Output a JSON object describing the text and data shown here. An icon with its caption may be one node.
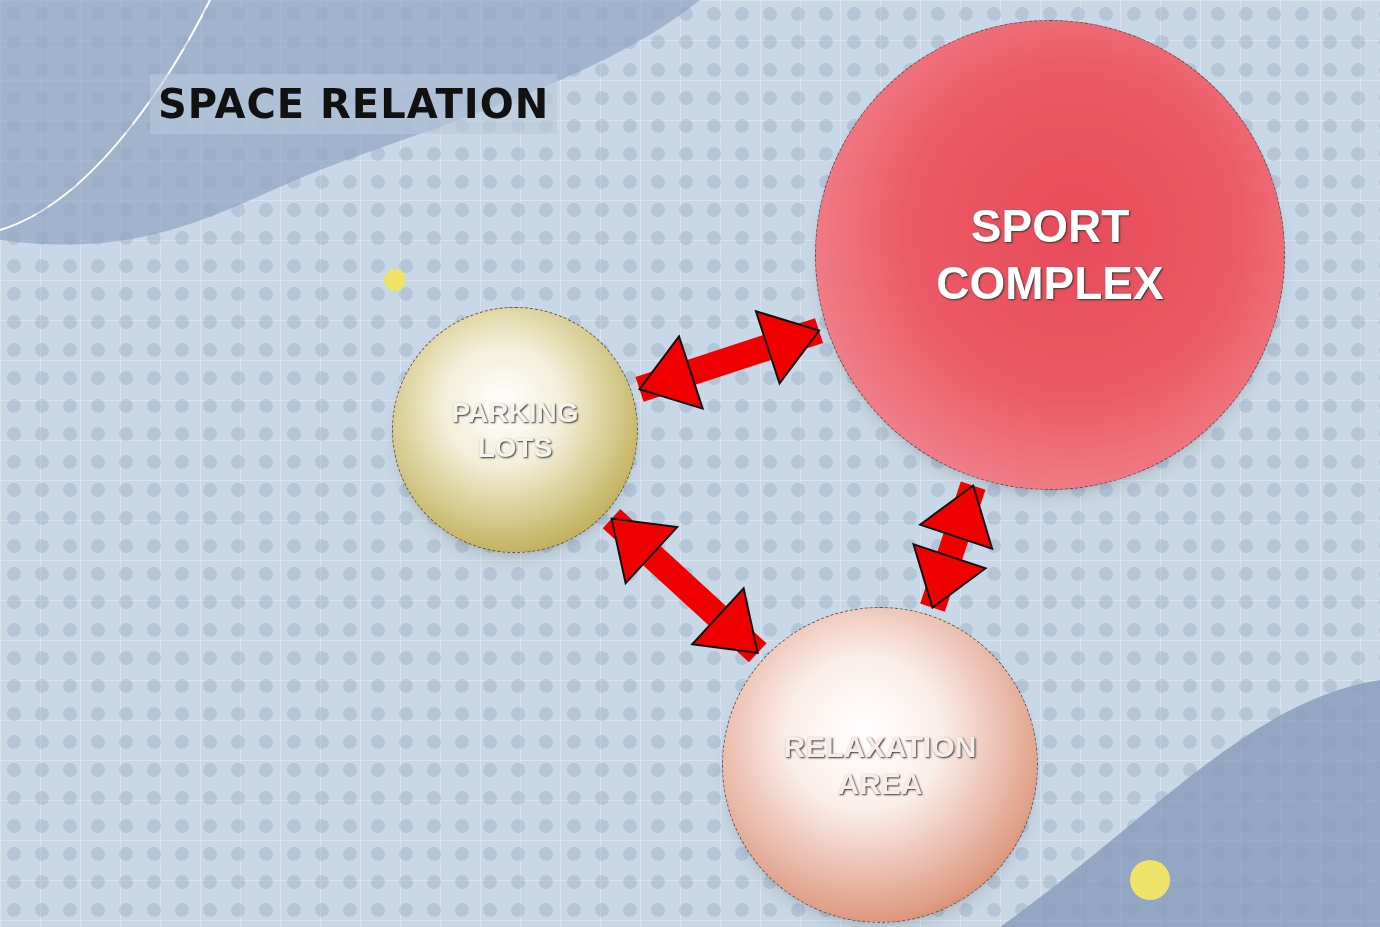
{
  "diagram": {
    "title": "SPACE RELATION",
    "nodes": [
      {
        "text": [
          "SPORT COMPLEX"
        ]
      },
      {
        "text": [
          "PARKING LOTS"
        ]
      },
      {
        "text": [
          "RELAXATION AREA"
        ]
      }
    ],
    "edges": [
      {
        "from": 1,
        "to": 0,
        "arrow": "both"
      },
      {
        "from": 1,
        "to": 2,
        "arrow": "both"
      },
      {
        "from": 0,
        "to": 2,
        "arrow": "both"
      }
    ]
  }
}
